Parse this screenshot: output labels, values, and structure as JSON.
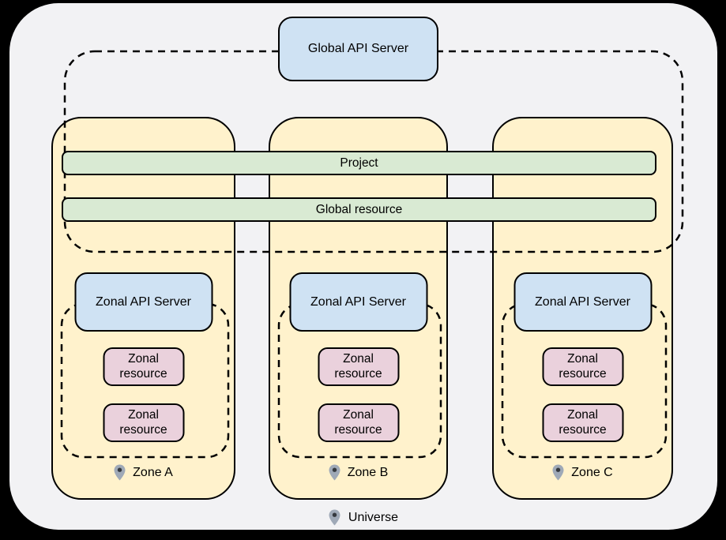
{
  "colors": {
    "background": "#000000",
    "surface": "#f2f2f4",
    "zone_fill": "#fff2cc",
    "api_server_fill": "#cfe2f3",
    "shared_bar_fill": "#d9ead3",
    "zonal_resource_fill": "#ead1dc",
    "stroke": "#000000",
    "pin_fill": "#9fa9b7",
    "pin_dot": "#35393f"
  },
  "global_api_server": {
    "label": "Global API Server"
  },
  "shared_bars": {
    "project": "Project",
    "global_resource": "Global resource"
  },
  "zones": [
    {
      "label": "Zone A",
      "api_server_label": "Zonal API Server",
      "resources": [
        "Zonal resource",
        "Zonal resource"
      ]
    },
    {
      "label": "Zone B",
      "api_server_label": "Zonal API Server",
      "resources": [
        "Zonal resource",
        "Zonal resource"
      ]
    },
    {
      "label": "Zone C",
      "api_server_label": "Zonal API Server",
      "resources": [
        "Zonal resource",
        "Zonal resource"
      ]
    }
  ],
  "universe": {
    "label": "Universe"
  }
}
